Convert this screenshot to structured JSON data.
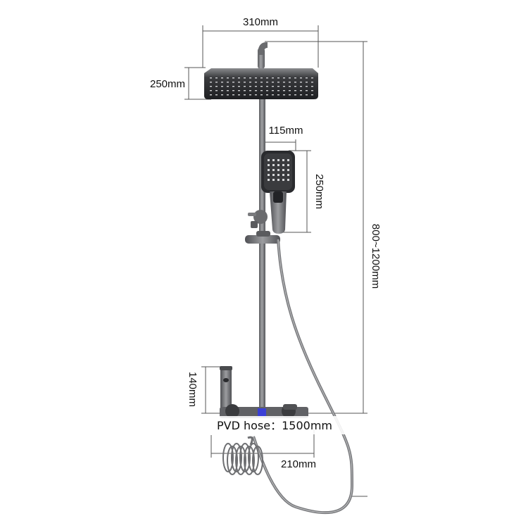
{
  "dimensions": {
    "head_width": "310mm",
    "head_depth": "250mm",
    "handheld_width": "115mm",
    "handheld_length": "250mm",
    "height_range": "800~1200mm",
    "spout_height": "140mm",
    "valve_width": "210mm"
  },
  "hose": {
    "label": "PVD hose：1500mm"
  },
  "colors": {
    "metal": "#707173",
    "dark": "#2a2b2e",
    "dim_line": "#555555",
    "accent_blue": "#3a3fd6"
  }
}
